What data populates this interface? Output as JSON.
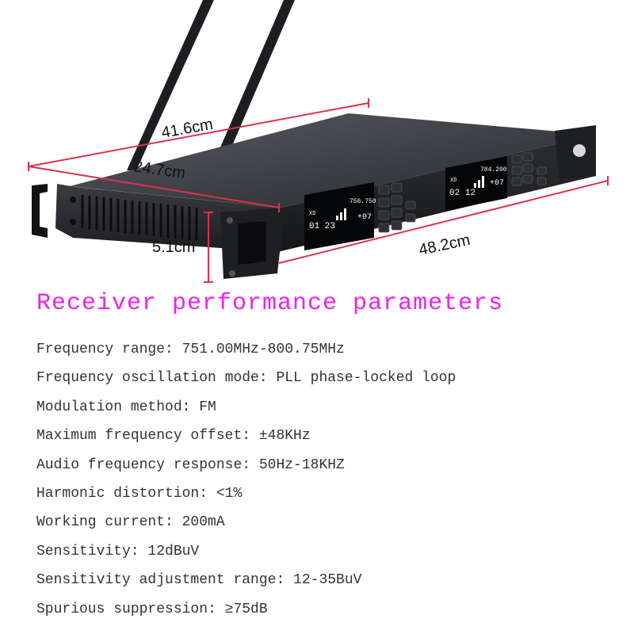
{
  "figure": {
    "dimensions": {
      "depth_back": "41.6cm",
      "depth_front": "24.7cm",
      "height": "5.1cm",
      "width": "48.2cm"
    },
    "display_left": {
      "freq": "756.750",
      "group_channel": "01 23",
      "rf_label": "+07"
    },
    "display_right": {
      "freq": "784.200",
      "group_channel": "02 12",
      "rf_label": "+07"
    }
  },
  "spec_sheet": {
    "title": "Receiver performance parameters",
    "items": [
      {
        "text": "Frequency range: 751.00MHz-800.75MHz"
      },
      {
        "text": "Frequency oscillation mode: PLL phase-locked loop"
      },
      {
        "text": "Modulation method: FM"
      },
      {
        "text": "Maximum frequency offset: ±48KHz"
      },
      {
        "text": "Audio frequency response: 50Hz-18KHZ"
      },
      {
        "text": "Harmonic distortion: <1%"
      },
      {
        "text": "Working current: 200mA"
      },
      {
        "text": "Sensitivity: 12dBuV"
      },
      {
        "text": "Sensitivity adjustment range: 12-35BuV"
      },
      {
        "text": "Spurious suppression: ≥75dB"
      }
    ]
  },
  "colors": {
    "title": "#ee22ee",
    "dimension_line": "#e0304a",
    "device_body": "#2a2c30"
  }
}
